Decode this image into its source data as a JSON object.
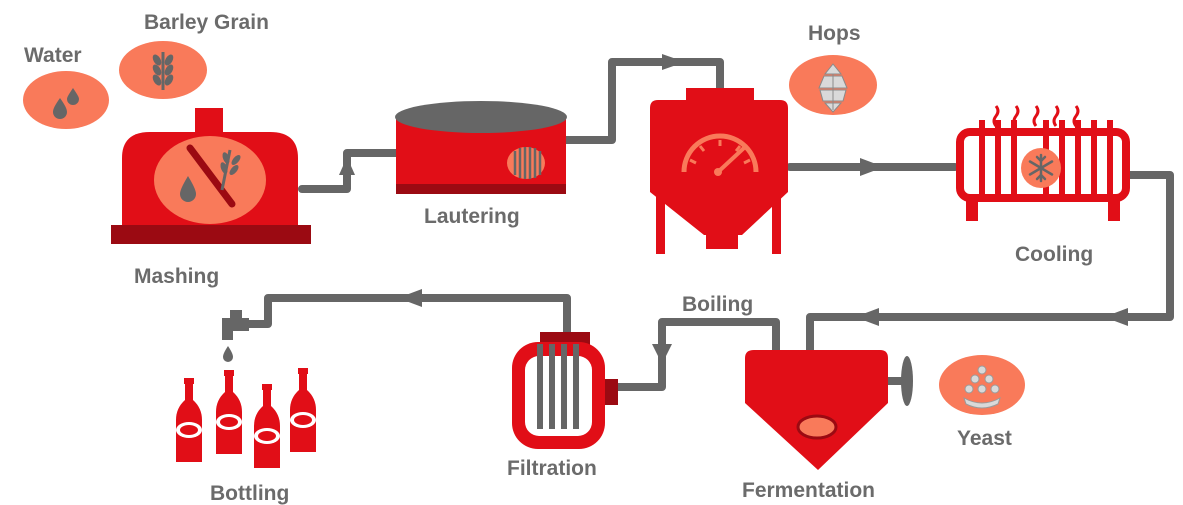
{
  "labels": {
    "water": "Water",
    "barley": "Barley Grain",
    "hops": "Hops",
    "mashing": "Mashing",
    "lautering": "Lautering",
    "cooling": "Cooling",
    "boiling": "Boiling",
    "yeast": "Yeast",
    "filtration": "Filtration",
    "fermentation": "Fermentation",
    "bottling": "Bottling"
  },
  "colors": {
    "red": "#e10e17",
    "dark_red": "#9b0a12",
    "orange": "#f97a5a",
    "pipe": "#666666",
    "text": "#6b6b6b"
  }
}
